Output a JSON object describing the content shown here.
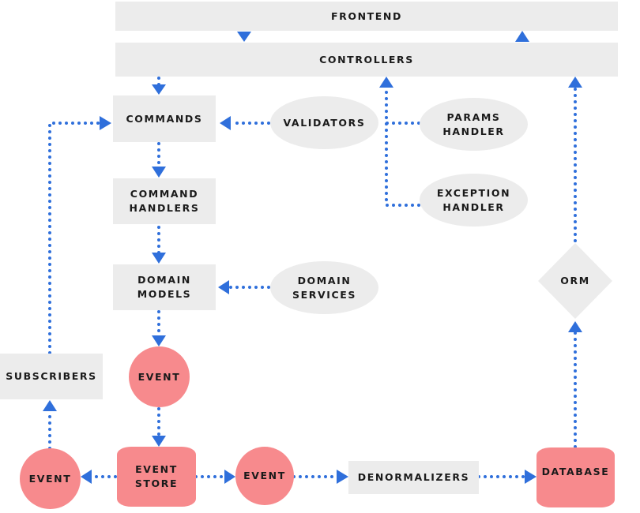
{
  "nodes": {
    "frontend": "FRONTEND",
    "controllers": "CONTROLLERS",
    "commands": "COMMANDS",
    "validators": "VALIDATORS",
    "params_handler": "PARAMS\nHANDLER",
    "exception_handler": "EXCEPTION\nHANDLER",
    "command_handlers": "COMMAND\nHANDLERS",
    "domain_models": "DOMAIN\nMODELS",
    "domain_services": "DOMAIN\nSERVICES",
    "orm": "ORM",
    "subscribers": "SUBSCRIBERS",
    "event_main": "EVENT",
    "event_left": "EVENT",
    "event_store": "EVENT\nSTORE",
    "event_right": "EVENT",
    "denormalizers": "DENORMALIZERS",
    "database": "DATABASE"
  },
  "colors": {
    "box": "#ececec",
    "event": "#f78a8d",
    "arrow": "#2f6fdb",
    "text": "#1a1a1a"
  }
}
